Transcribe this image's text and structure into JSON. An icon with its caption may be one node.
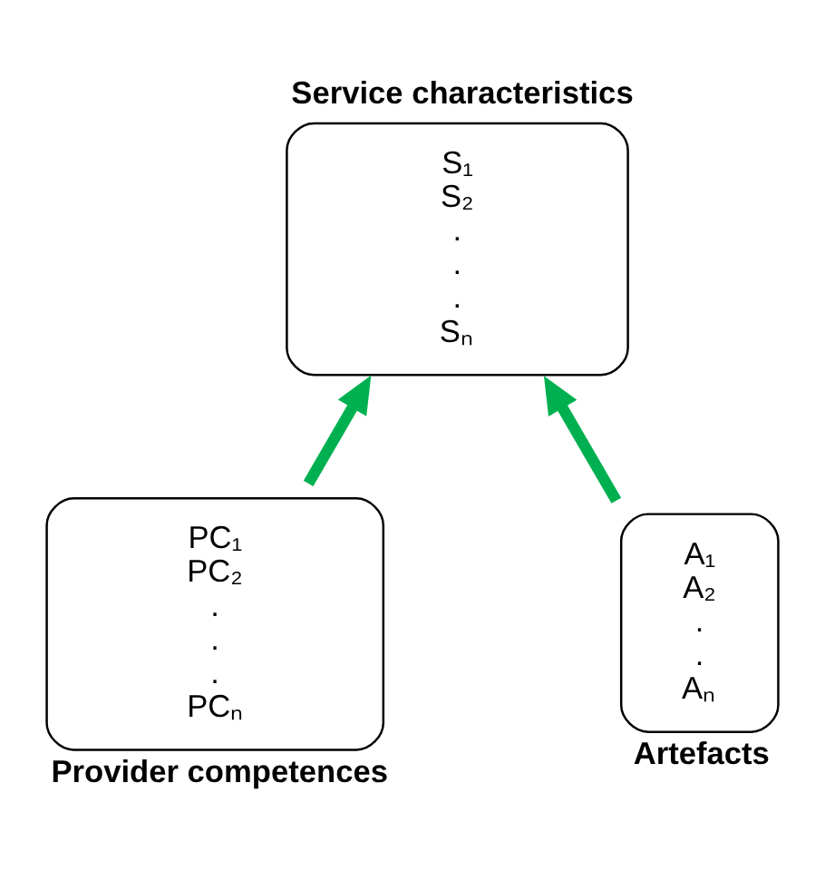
{
  "diagram": {
    "nodes": [
      {
        "text": [
          "Service characteristics",
          "S₁",
          "S₂",
          ".",
          ".",
          ".",
          "Sₙ"
        ]
      },
      {
        "text": [
          "PC₁",
          "PC₂",
          ".",
          ".",
          ".",
          "PCₙ",
          "Provider competences"
        ]
      },
      {
        "text": [
          "A₁",
          "A₂",
          ".",
          ".",
          "Aₙ",
          "Artefacts"
        ]
      }
    ],
    "edges": [
      {
        "from": 1,
        "to": 0,
        "arrow": "to",
        "color": "#00b050"
      },
      {
        "from": 2,
        "to": 0,
        "arrow": "to",
        "color": "#00b050"
      }
    ]
  }
}
